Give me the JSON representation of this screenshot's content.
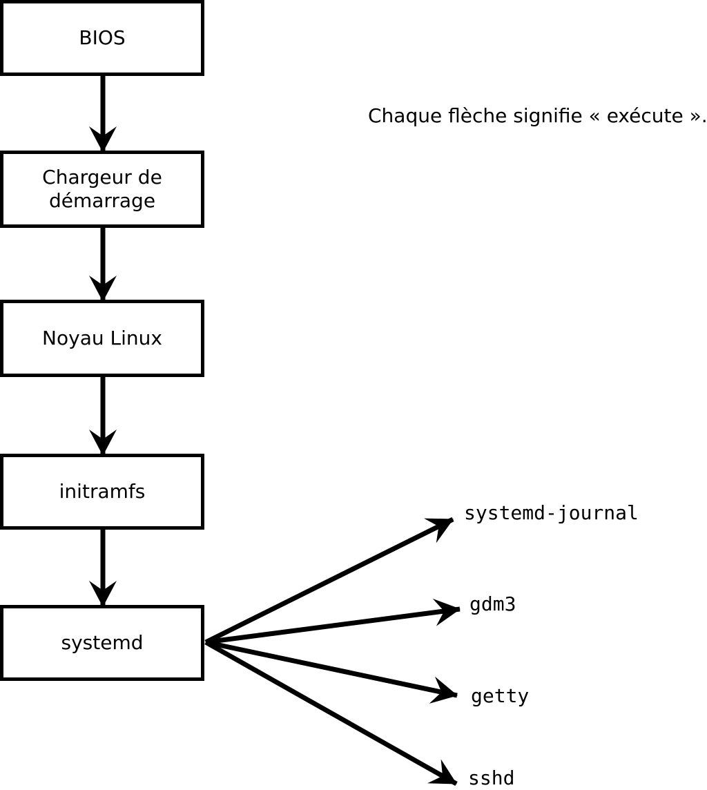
{
  "diagram": {
    "background_color": "#ffffff",
    "line_color": "#000000",
    "annotation": "Chaque flèche signifie « exécute ».",
    "boxes": [
      {
        "id": "bios",
        "label": "BIOS"
      },
      {
        "id": "bootloader",
        "label": "Chargeur de démarrage"
      },
      {
        "id": "kernel",
        "label": "Noyau Linux"
      },
      {
        "id": "initramfs",
        "label": "initramfs"
      },
      {
        "id": "systemd",
        "label": "systemd"
      }
    ],
    "spawned_processes": [
      {
        "id": "systemd-journal",
        "label": "systemd-journal"
      },
      {
        "id": "gdm3",
        "label": "gdm3"
      },
      {
        "id": "getty",
        "label": "getty"
      },
      {
        "id": "sshd",
        "label": "sshd"
      }
    ]
  }
}
